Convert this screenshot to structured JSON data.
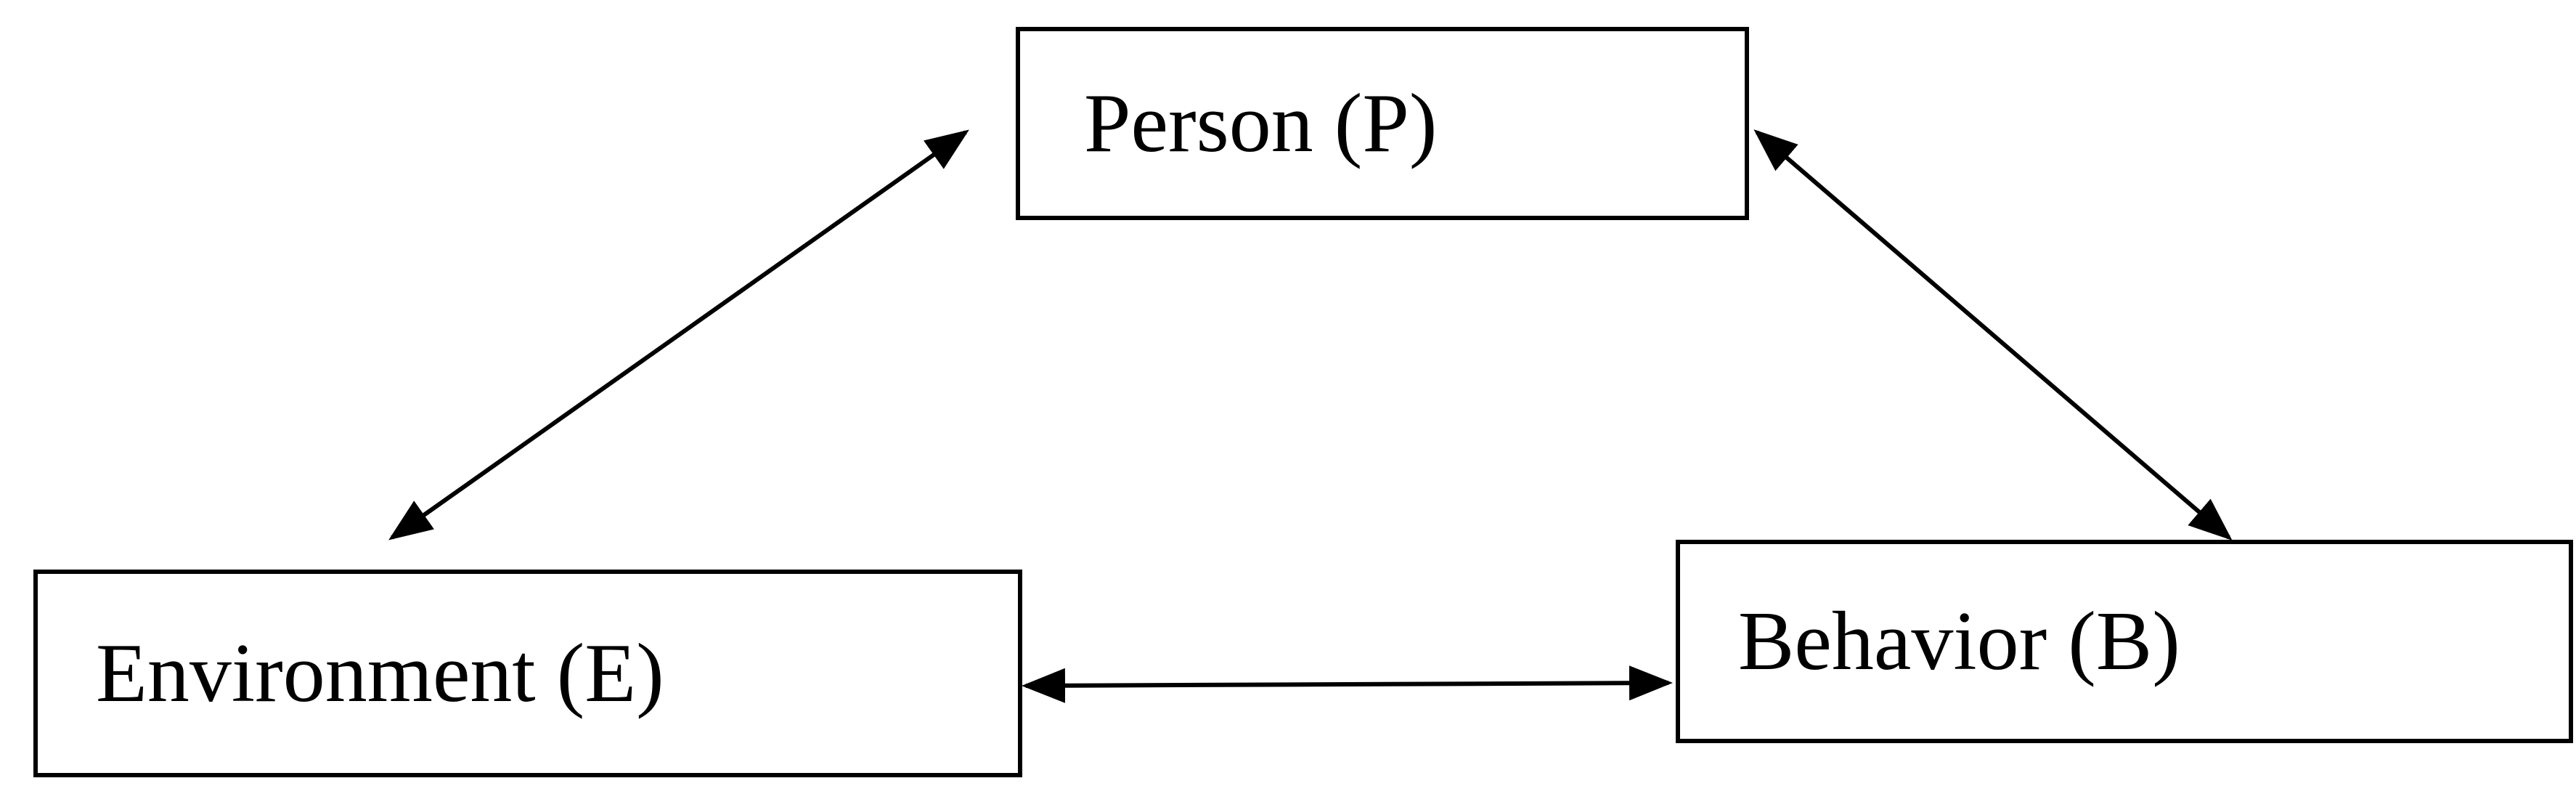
{
  "diagram": {
    "nodes": {
      "person": {
        "label": "Person (P)"
      },
      "environment": {
        "label": "Environment (E)"
      },
      "behavior": {
        "label": "Behavior (B)"
      }
    },
    "edges": [
      {
        "from": "environment",
        "to": "person",
        "direction": "bidirectional"
      },
      {
        "from": "person",
        "to": "behavior",
        "direction": "bidirectional"
      },
      {
        "from": "environment",
        "to": "behavior",
        "direction": "bidirectional"
      }
    ],
    "colors": {
      "stroke": "#000000",
      "background": "#ffffff"
    }
  }
}
